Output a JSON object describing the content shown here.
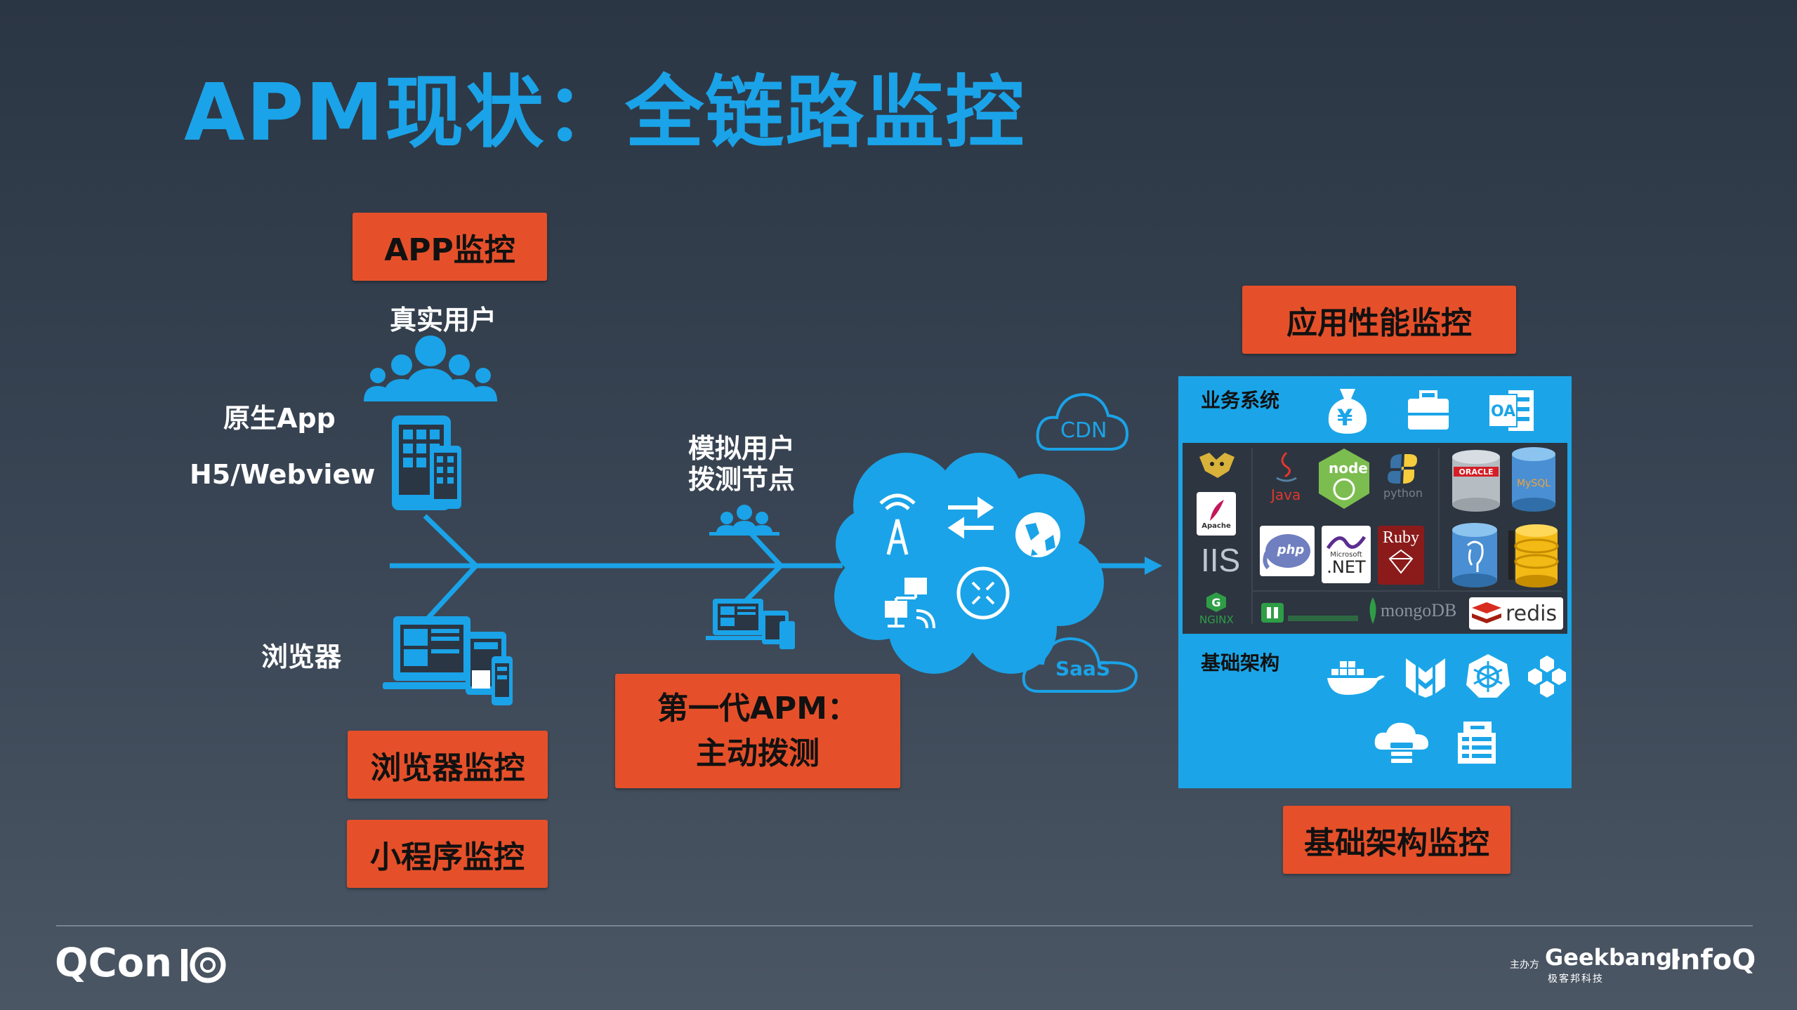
{
  "title": "APM现状：全链路监控",
  "boxes": {
    "app_monitor": "APP监控",
    "browser_monitor": "浏览器监控",
    "miniprogram_monitor": "小程序监控",
    "first_gen_line1": "第一代APM：",
    "first_gen_line2": "主动拨测",
    "app_perf_monitor": "应用性能监控",
    "infra_monitor": "基础架构监控"
  },
  "labels": {
    "real_users": "真实用户",
    "native_app": "原生App",
    "h5_webview": "H5/Webview",
    "browser": "浏览器",
    "sim_users_line1": "模拟用户",
    "sim_users_line2": "拨测节点",
    "cdn": "CDN",
    "saas": "SaaS"
  },
  "panel": {
    "business_system": "业务系统",
    "oa": "OA",
    "yen": "¥",
    "infrastructure": "基础架构",
    "tech": {
      "java": "Java",
      "node": "node",
      "python": "python",
      "oracle": "ORACLE",
      "mysql": "MySQL",
      "apache": "Apache",
      "php": "php",
      "microsoft": "Microsoft",
      "net": ".NET",
      "ruby": "Ruby",
      "iis": "IIS",
      "nginx": "NGINX",
      "mongodb": "mongoDB",
      "redis": "redis"
    }
  },
  "footer": {
    "qcon": "QCon",
    "ten": "10",
    "organizer": "主办方",
    "geekbang": "Geekbang›.",
    "geekbang_cn": "极客邦科技",
    "infoq": "InfoQ"
  },
  "colors": {
    "accent_blue": "#1aa3e8",
    "orange": "#e5502a",
    "panel_blue": "#1ba5e8"
  }
}
